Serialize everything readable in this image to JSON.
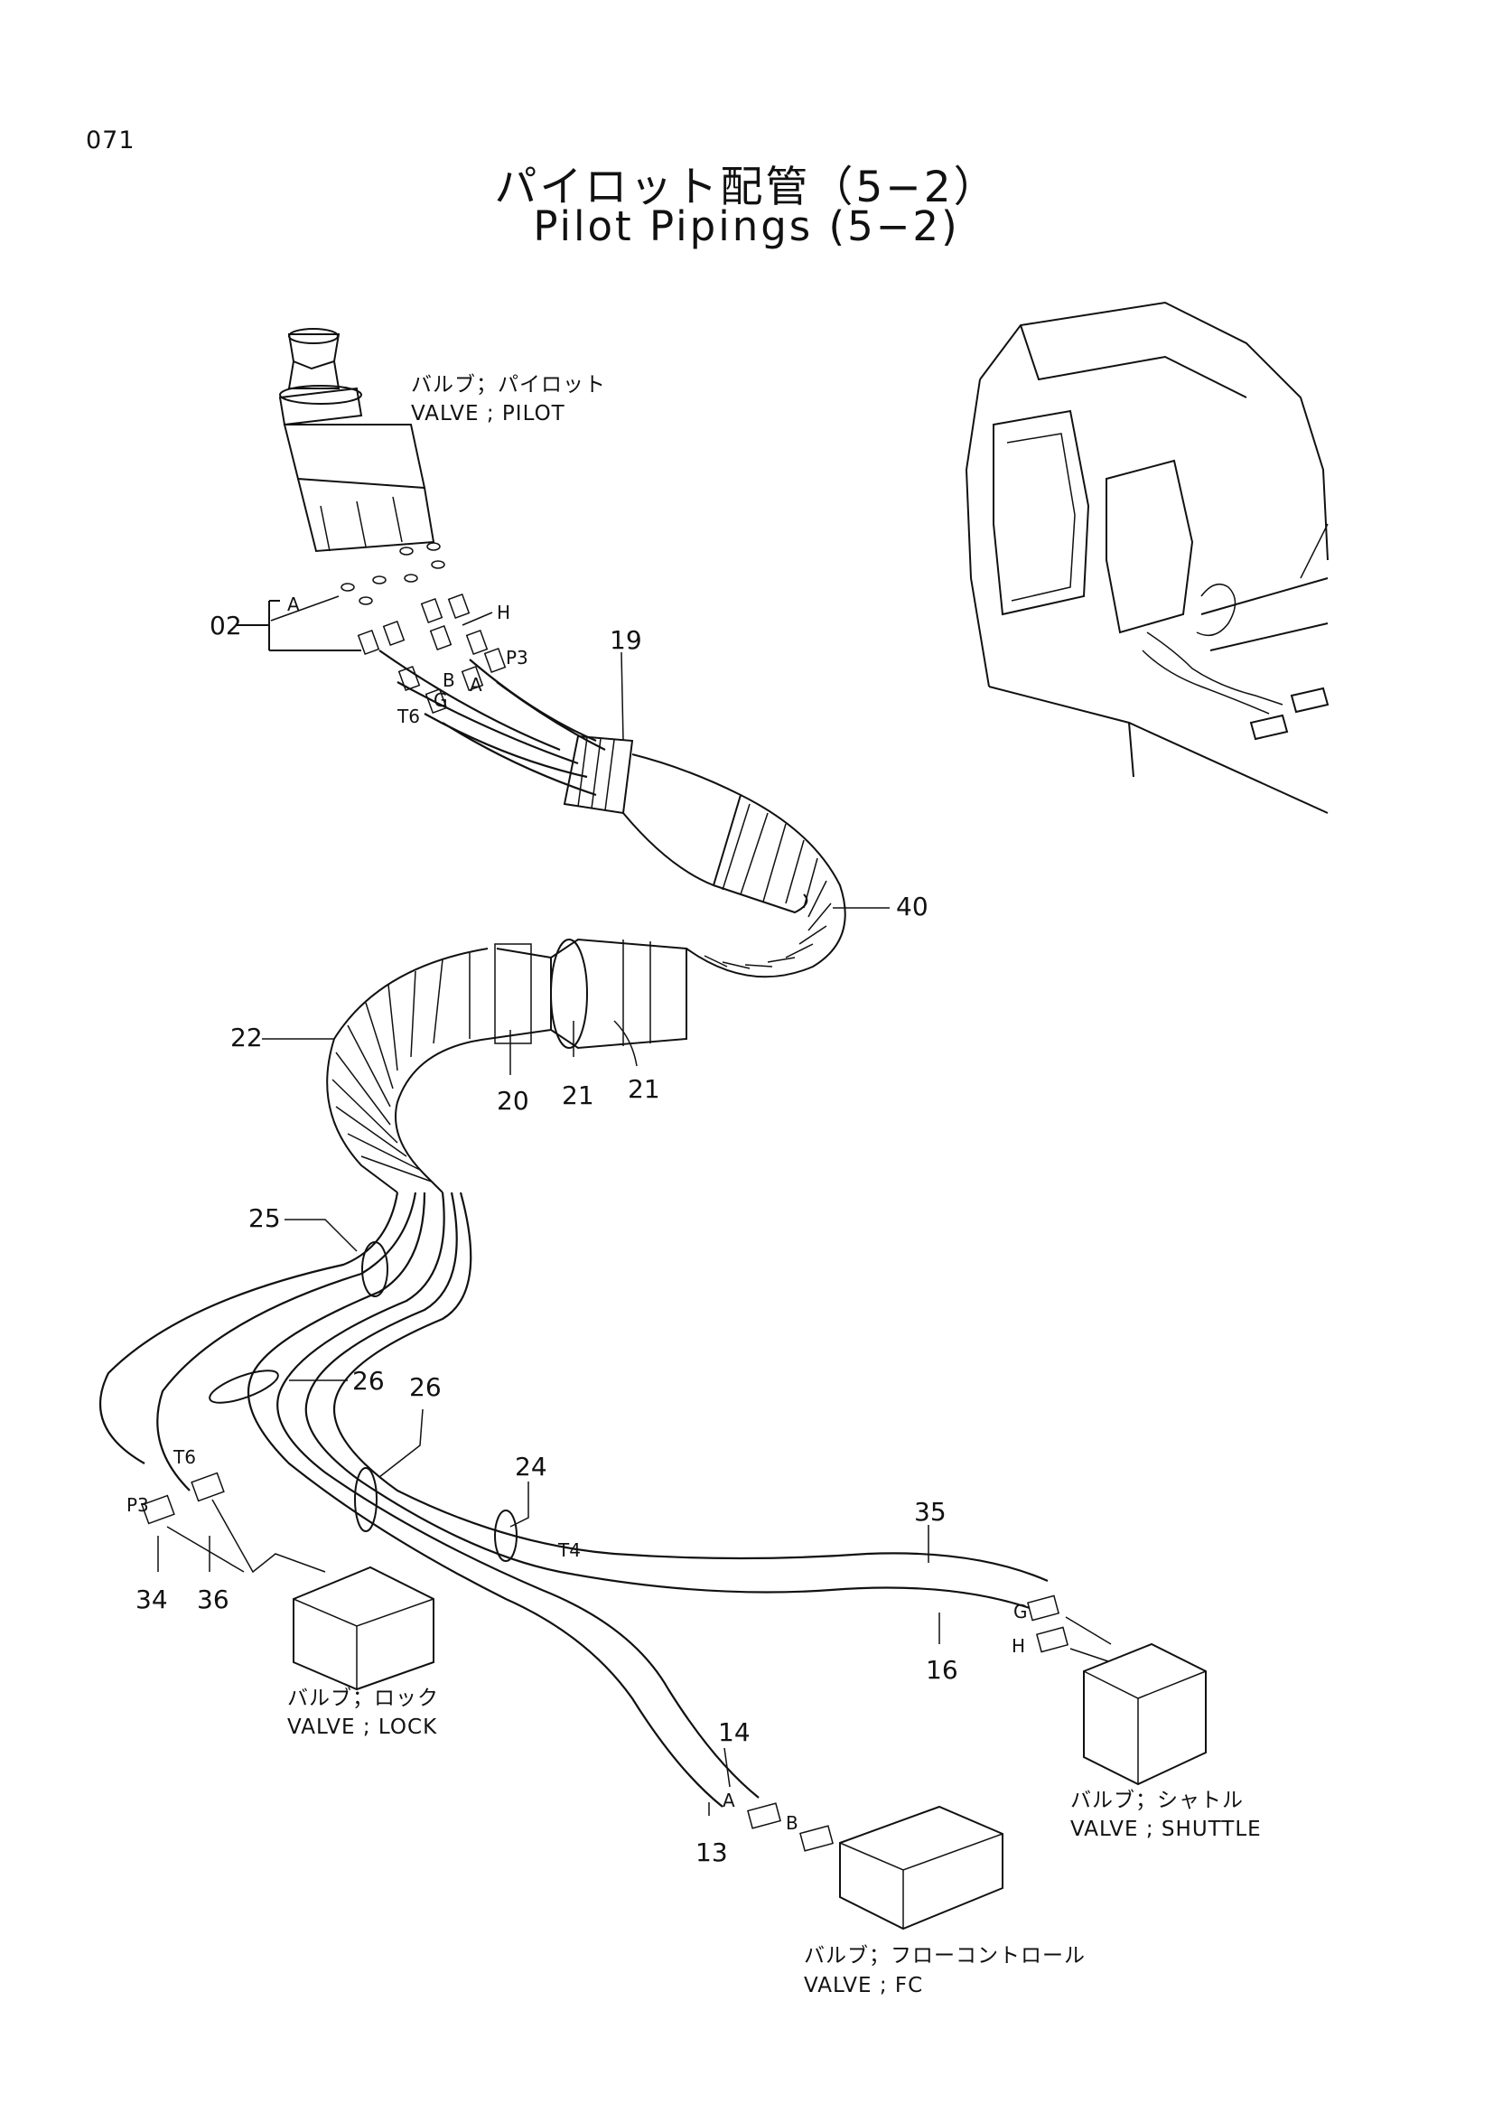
{
  "page": {
    "number": "071",
    "title_jp": "パイロット配管（5−2）",
    "title_en": "Pilot Pipings (5−2)"
  },
  "components": {
    "pilot_valve": {
      "name_jp": "バルブ；パイロット",
      "name_en": "VALVE ; PILOT"
    },
    "lock_valve": {
      "name_jp": "バルブ；ロック",
      "name_en": "VALVE ; LOCK"
    },
    "shuttle_valve": {
      "name_jp": "バルブ；シャトル",
      "name_en": "VALVE ; SHUTTLE"
    },
    "fc_valve": {
      "name_jp": "バルブ；フローコントロール",
      "name_en": "VALVE ; FC"
    }
  },
  "part_numbers": {
    "p02": "02",
    "p19": "19",
    "p40": "40",
    "p22": "22",
    "p20": "20",
    "p21a": "21",
    "p21b": "21",
    "p25": "25",
    "p26a": "26",
    "p26b": "26",
    "p24": "24",
    "p35": "35",
    "p16": "16",
    "p34": "34",
    "p36": "36",
    "p14": "14",
    "p13": "13"
  },
  "ports": {
    "top_a": "A",
    "top_h": "H",
    "top_p3": "P3",
    "top_b": "B",
    "top_a2": "A",
    "top_t6": "T6",
    "top_g": "G",
    "lock_t6": "T6",
    "lock_p3": "P3",
    "t4": "T4",
    "shuttle_g": "G",
    "shuttle_h": "H",
    "fc_a": "A",
    "fc_b": "B"
  }
}
